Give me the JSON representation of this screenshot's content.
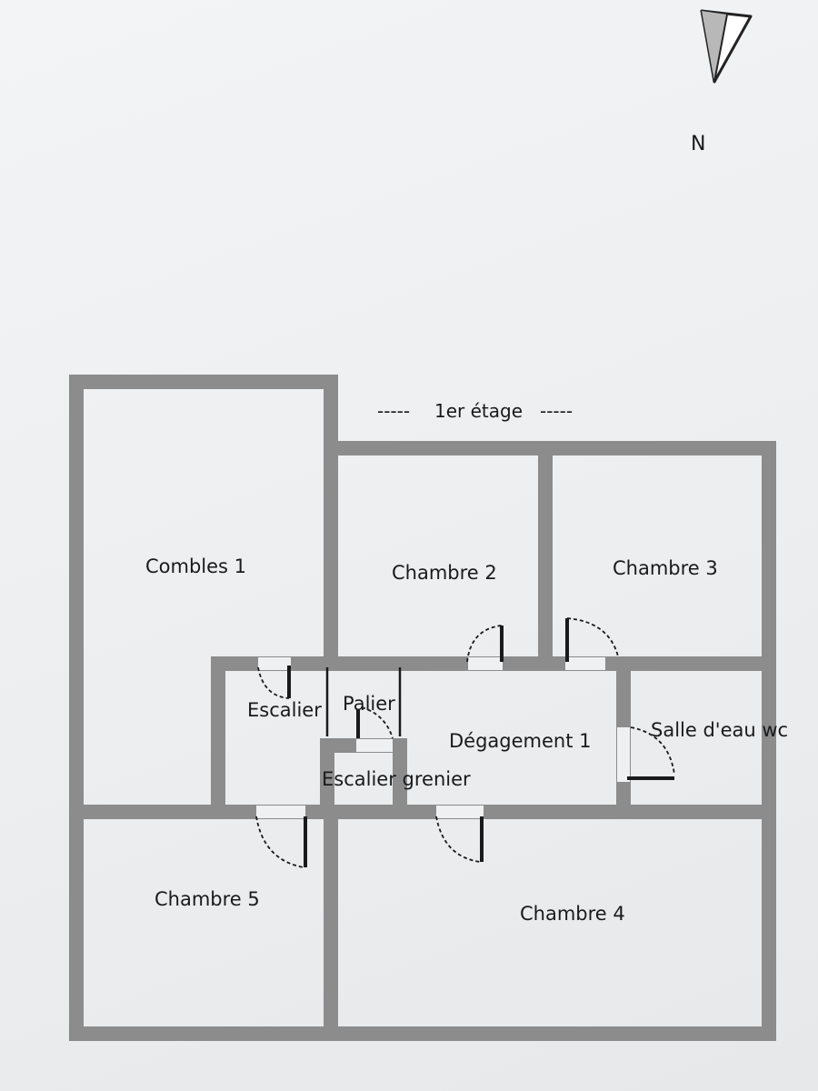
{
  "floor_title": "1er étage",
  "title_dashes": "-----",
  "north_label": "N",
  "rooms": {
    "combles_1": "Combles 1",
    "chambre_2": "Chambre 2",
    "chambre_3": "Chambre 3",
    "escalier": "Escalier",
    "palier": "Palier",
    "degagement_1": "Dégagement 1",
    "salle_eau_wc": "Salle d'eau wc",
    "escalier_grenier": "Escalier grenier",
    "chambre_5": "Chambre 5",
    "chambre_4": "Chambre 4"
  },
  "colors": {
    "wall": "#8c8c8c",
    "paper": "#eef0f2",
    "ink": "#1a1a1a"
  }
}
